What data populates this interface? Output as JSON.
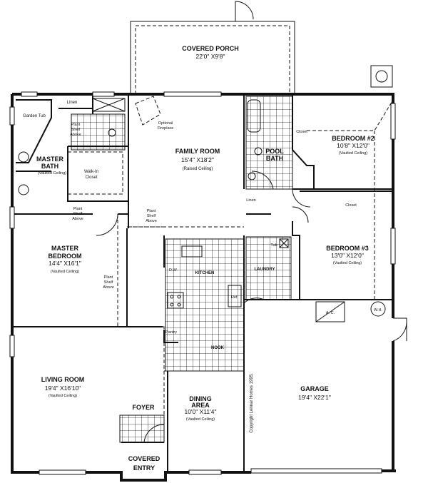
{
  "plan": {
    "copyright": "Copyright Lennar Homes 1995.",
    "rooms": {
      "covered_porch": {
        "name": "COVERED PORCH",
        "size": "22'0\" X9'8\""
      },
      "family_room": {
        "name": "FAMILY ROOM",
        "size": "15'4\" X18'2\"",
        "note": "(Raised Ceiling)"
      },
      "master_bath": {
        "name1": "MASTER",
        "name2": "BATH",
        "note": "(Vaulted Ceiling)"
      },
      "garden_tub": {
        "name": "Garden Tub"
      },
      "master_linen": {
        "name": "Linen"
      },
      "walk_in_closet": {
        "name1": "Walk-In",
        "name2": "Closet"
      },
      "optional_fireplace": {
        "name1": "Optional",
        "name2": "Fireplace"
      },
      "master_bedroom": {
        "name1": "MASTER",
        "name2": "BEDROOM",
        "size": "14'4\" X16'1\"",
        "note": "(Vaulted Ceiling)"
      },
      "pool_bath": {
        "name1": "POOL",
        "name2": "BATH"
      },
      "bedroom2": {
        "name": "BEDROOM #2",
        "size": "10'8\" X12'0\"",
        "note": "(Vaulted Ceiling)",
        "closet": "Closet"
      },
      "hall_linen": {
        "name": "Linen"
      },
      "bedroom3": {
        "name": "BEDROOM #3",
        "size": "13'0\" X12'0\"",
        "note": "(Vaulted Ceiling)",
        "closet": "Closet"
      },
      "laundry": {
        "name": "LAUNDRY",
        "tub": "Tub"
      },
      "kitchen": {
        "name": "KITCHEN",
        "dw": "D.W.",
        "ref": "Ref.",
        "pantry": "Pantry"
      },
      "nook": {
        "name": "NOOK"
      },
      "living_room": {
        "name": "LIVING ROOM",
        "size": "19'4\" X16'10\"",
        "note": "(Vaulted Ceiling)"
      },
      "foyer": {
        "name": "FOYER"
      },
      "dining_area": {
        "name1": "DINING",
        "name2": "AREA",
        "size": "10'0\" X11'4\"",
        "note": "(Vaulted Ceiling)"
      },
      "covered_entry": {
        "name1": "COVERED",
        "name2": "ENTRY"
      },
      "garage": {
        "name": "GARAGE",
        "size": "19'4\" X22'1\"",
        "ac": "A.   C.",
        "wh": "W.H."
      }
    },
    "plant_shelf": {
      "line1": "Plant",
      "line2": "Shelf",
      "line3": "Above"
    }
  }
}
